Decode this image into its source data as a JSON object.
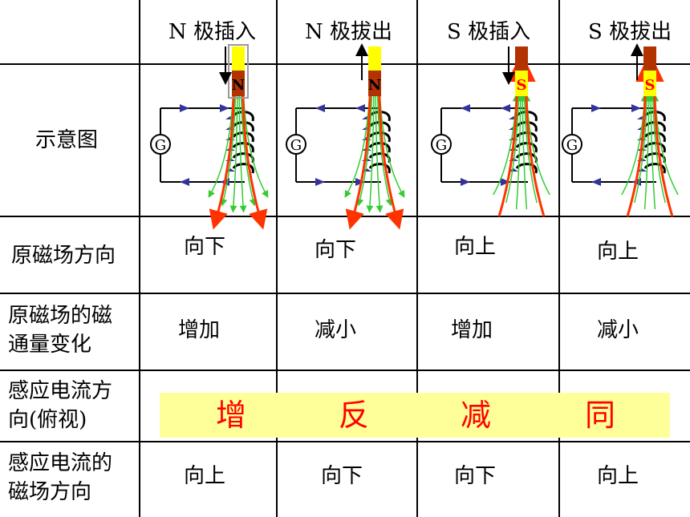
{
  "headers": [
    "N 极插入",
    "N 极拔出",
    "S 极插入",
    "S 极拔出"
  ],
  "magnet_labels": [
    "N",
    "N",
    "S",
    "S"
  ],
  "galvanometer_label": "G",
  "rows": [
    {
      "label": "示意图"
    },
    {
      "label": "原磁场方向",
      "cells": [
        "向下",
        "向下",
        "向上",
        "向上"
      ]
    },
    {
      "label": "原磁场的磁通量变化",
      "cells": [
        "增加",
        "减小",
        "增加",
        "减小"
      ]
    },
    {
      "label": "感应电流方向(俯视)"
    },
    {
      "label": "感应电流的磁场方向",
      "cells": [
        "向上",
        "向下",
        "向下",
        "向上"
      ]
    }
  ],
  "mnemonic": [
    "增",
    "反",
    "减",
    "同"
  ],
  "colors": {
    "magnet_yellow": "#ffff00",
    "magnet_red": "#b33300",
    "field_red": "#ff3300",
    "field_green": "#33cc33",
    "arrow_blue": "#333399",
    "band": "#ffff99",
    "mnemonic": "#ff0000"
  }
}
